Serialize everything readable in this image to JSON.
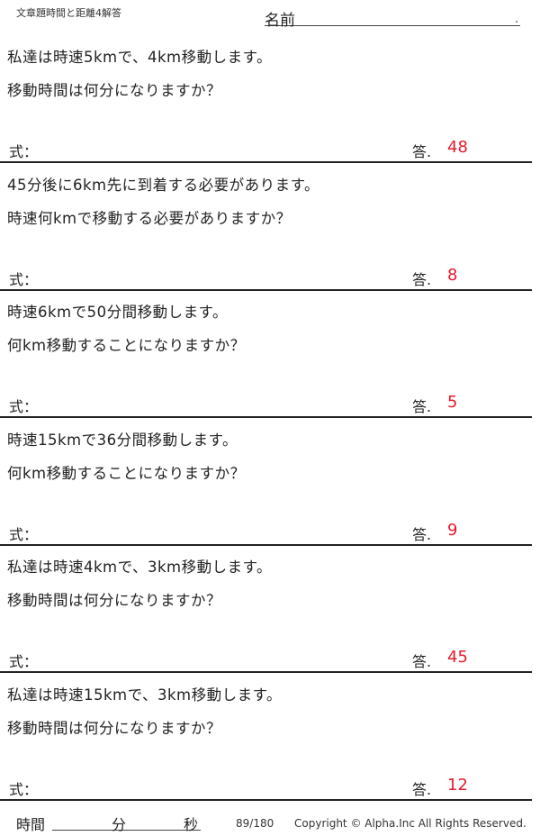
{
  "header": {
    "title": "文章題時間と距離4解答",
    "name_label": "名前",
    "name_dot": "."
  },
  "problems": [
    {
      "line1": "私達は時速5kmで、4km移動します。",
      "line2": "移動時間は何分になりますか？",
      "answer": "48"
    },
    {
      "line1": "45分後に6km先に到着する必要があります。",
      "line2": "時速何kmで移動する必要がありますか？",
      "answer": "8"
    },
    {
      "line1": "時速6kmで50分間移動します。",
      "line2": "何km移動することになりますか？",
      "answer": "5"
    },
    {
      "line1": "時速15kmで36分間移動します。",
      "line2": "何km移動することになりますか？",
      "answer": "9"
    },
    {
      "line1": "私達は時速4kmで、3km移動します。",
      "line2": "移動時間は何分になりますか？",
      "answer": "45"
    },
    {
      "line1": "私達は時速15kmで、3km移動します。",
      "line2": "移動時間は何分になりますか？",
      "answer": "12"
    }
  ],
  "labels": {
    "formula": "式：",
    "answer": "答."
  },
  "footer": {
    "time": "時間",
    "minutes": "分",
    "seconds": "秒",
    "page": "89/180",
    "copyright": "Copyright ©  Alpha.Inc All Rights Reserved."
  },
  "colors": {
    "answer": "#e8192c"
  }
}
